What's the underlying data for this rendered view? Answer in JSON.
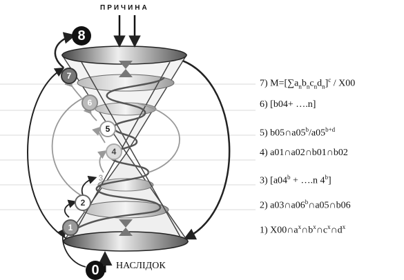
{
  "labels": {
    "cause": "ПРИЧИНА",
    "effect": "НАСЛІДОК"
  },
  "nodes": [
    {
      "id": "0",
      "style": "big"
    },
    {
      "id": "1",
      "style": "small"
    },
    {
      "id": "2",
      "style": "small"
    },
    {
      "id": "3",
      "style": "small"
    },
    {
      "id": "4",
      "style": "small"
    },
    {
      "id": "5",
      "style": "small"
    },
    {
      "id": "6",
      "style": "small"
    },
    {
      "id": "7",
      "style": "small"
    },
    {
      "id": "8",
      "style": "big"
    }
  ],
  "formulas": [
    {
      "n": "7",
      "html": "7) M=[∑a<sub>n</sub>b<sub>n</sub>c<sub>n</sub>d<sub>n</sub>]<sup>c</sup> / X00"
    },
    {
      "n": "6",
      "html": "6) [b04+ ….n]"
    },
    {
      "n": "5",
      "html": "5) b05∩a05<sup>b</sup>/a05<sup>b+d</sup>"
    },
    {
      "n": "4",
      "html": "4) a01∩a02∩b01∩b02"
    },
    {
      "n": "3",
      "html": "3) [a04<sup>b</sup> + ….n 4<sup>b</sup>]"
    },
    {
      "n": "2",
      "html": "2) a03∩a06<sup>b</sup>∩a05∩b06"
    },
    {
      "n": "1",
      "html": "1) X00∩a<sup>x</sup>∩b<sup>x</sup>∩c<sup>x</sup>∩d<sup>x</sup>"
    }
  ]
}
